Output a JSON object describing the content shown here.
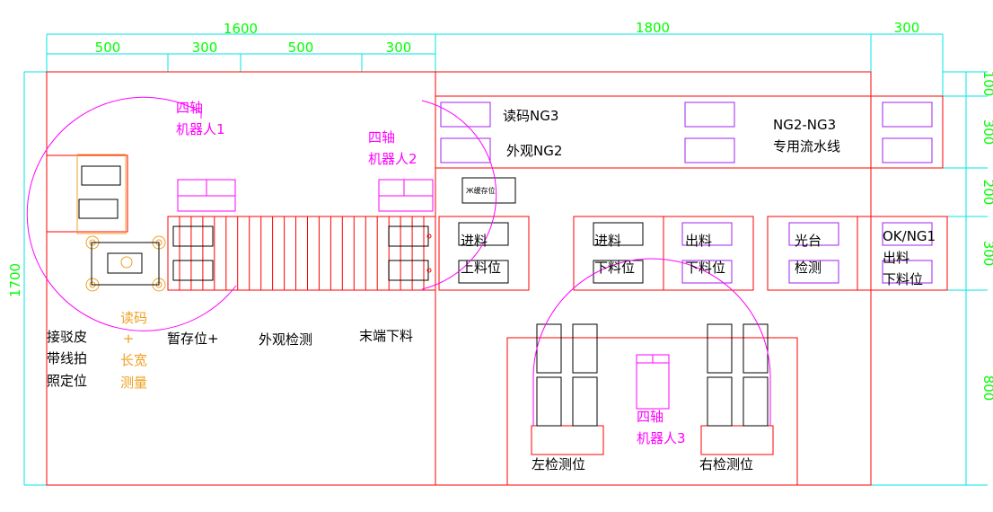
{
  "colors": {
    "red": "#ff0000",
    "cyan": "#00e5e5",
    "green": "#00ff00",
    "magenta": "#ff00ff",
    "purple": "#a020f0",
    "orange": "#f0a020",
    "black": "#000000"
  },
  "dimensions": {
    "top": {
      "total_left": "1600",
      "total_mid": "1800",
      "total_right": "300",
      "seg_1": "500",
      "seg_2": "300",
      "seg_3": "500",
      "seg_4": "300"
    },
    "left_height": "1700",
    "right": {
      "r1": "100",
      "r2": "300",
      "r3": "200",
      "r4": "300",
      "r5": "800"
    }
  },
  "robots": {
    "robot1": {
      "line1": "四轴",
      "line2": "机器人1"
    },
    "robot2": {
      "line1": "四轴",
      "line2": "机器人2"
    },
    "robot3": {
      "line1": "四轴",
      "line2": "机器人3"
    }
  },
  "labels": {
    "read_code_ng3": "读码NG3",
    "appearance_ng2": "外观NG2",
    "ng_line_1": "NG2-NG3",
    "ng_line_2": "专用流水线",
    "buffer_small": "Ж缓存位",
    "feed_in_up_1": "进料",
    "feed_in_up_2": "上料位",
    "feed_in_down_1": "进料",
    "feed_in_down_2": "下料位",
    "feed_out_down_1": "出料",
    "feed_out_down_2": "下料位",
    "optical_1": "光台",
    "optical_2": "检测",
    "ok_ng_1": "OK/NG1",
    "ok_ng_2": "出料",
    "ok_ng_3": "下料位",
    "belt_1": "接驳皮",
    "belt_2": "带线拍",
    "belt_3": "照定位",
    "read_1": "读码",
    "read_2": "+",
    "read_3": "长宽",
    "read_4": "测量",
    "temp_store": "暂存位+",
    "appearance_check": "外观检测",
    "end_unload": "末端下料",
    "left_check": "左检测位",
    "right_check": "右检测位"
  }
}
